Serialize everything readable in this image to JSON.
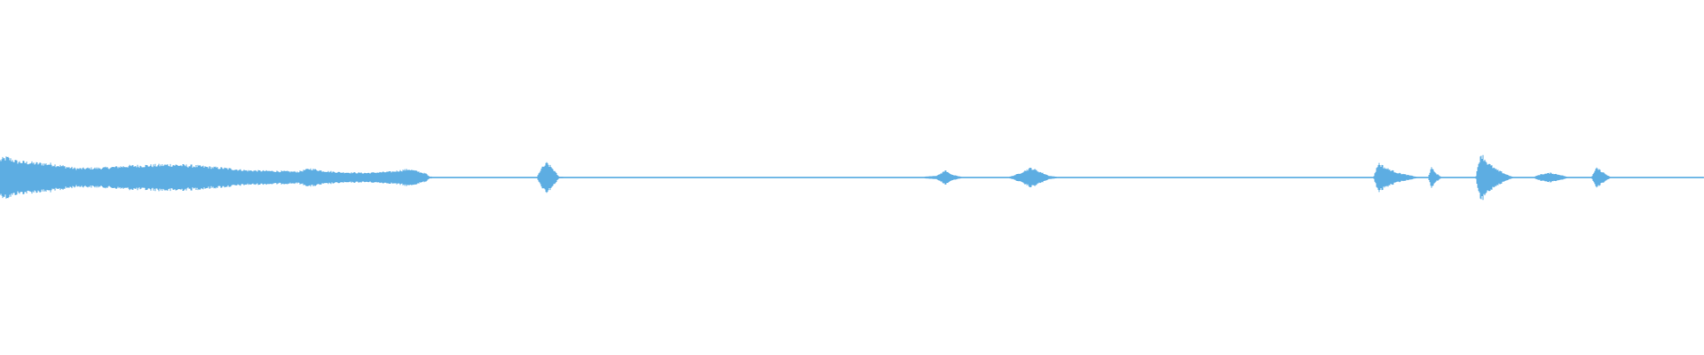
{
  "waveform": {
    "color": "#5dade2",
    "background": "#ffffff",
    "amplitude_envelope": [
      [
        0.0,
        0.55
      ],
      [
        0.004,
        0.62
      ],
      [
        0.01,
        0.5
      ],
      [
        0.02,
        0.45
      ],
      [
        0.03,
        0.42
      ],
      [
        0.045,
        0.28
      ],
      [
        0.06,
        0.3
      ],
      [
        0.075,
        0.36
      ],
      [
        0.09,
        0.38
      ],
      [
        0.1,
        0.4
      ],
      [
        0.115,
        0.36
      ],
      [
        0.13,
        0.3
      ],
      [
        0.145,
        0.22
      ],
      [
        0.16,
        0.2
      ],
      [
        0.175,
        0.18
      ],
      [
        0.182,
        0.28
      ],
      [
        0.19,
        0.2
      ],
      [
        0.2,
        0.16
      ],
      [
        0.215,
        0.14
      ],
      [
        0.23,
        0.18
      ],
      [
        0.24,
        0.26
      ],
      [
        0.25,
        0.12
      ],
      [
        0.252,
        0.03
      ],
      [
        0.26,
        0.015
      ],
      [
        0.315,
        0.015
      ],
      [
        0.318,
        0.3
      ],
      [
        0.321,
        0.45
      ],
      [
        0.324,
        0.3
      ],
      [
        0.328,
        0.03
      ],
      [
        0.335,
        0.015
      ],
      [
        0.54,
        0.015
      ],
      [
        0.55,
        0.06
      ],
      [
        0.555,
        0.22
      ],
      [
        0.559,
        0.08
      ],
      [
        0.565,
        0.015
      ],
      [
        0.592,
        0.015
      ],
      [
        0.598,
        0.12
      ],
      [
        0.605,
        0.3
      ],
      [
        0.61,
        0.18
      ],
      [
        0.616,
        0.05
      ],
      [
        0.622,
        0.015
      ],
      [
        0.806,
        0.015
      ],
      [
        0.809,
        0.45
      ],
      [
        0.813,
        0.3
      ],
      [
        0.82,
        0.15
      ],
      [
        0.828,
        0.06
      ],
      [
        0.832,
        0.015
      ],
      [
        0.838,
        0.015
      ],
      [
        0.84,
        0.3
      ],
      [
        0.843,
        0.12
      ],
      [
        0.846,
        0.015
      ],
      [
        0.866,
        0.015
      ],
      [
        0.869,
        0.75
      ],
      [
        0.873,
        0.45
      ],
      [
        0.878,
        0.25
      ],
      [
        0.884,
        0.1
      ],
      [
        0.888,
        0.015
      ],
      [
        0.9,
        0.015
      ],
      [
        0.904,
        0.1
      ],
      [
        0.91,
        0.14
      ],
      [
        0.916,
        0.08
      ],
      [
        0.92,
        0.015
      ],
      [
        0.934,
        0.015
      ],
      [
        0.937,
        0.3
      ],
      [
        0.941,
        0.15
      ],
      [
        0.945,
        0.015
      ],
      [
        1.0,
        0.015
      ]
    ]
  }
}
